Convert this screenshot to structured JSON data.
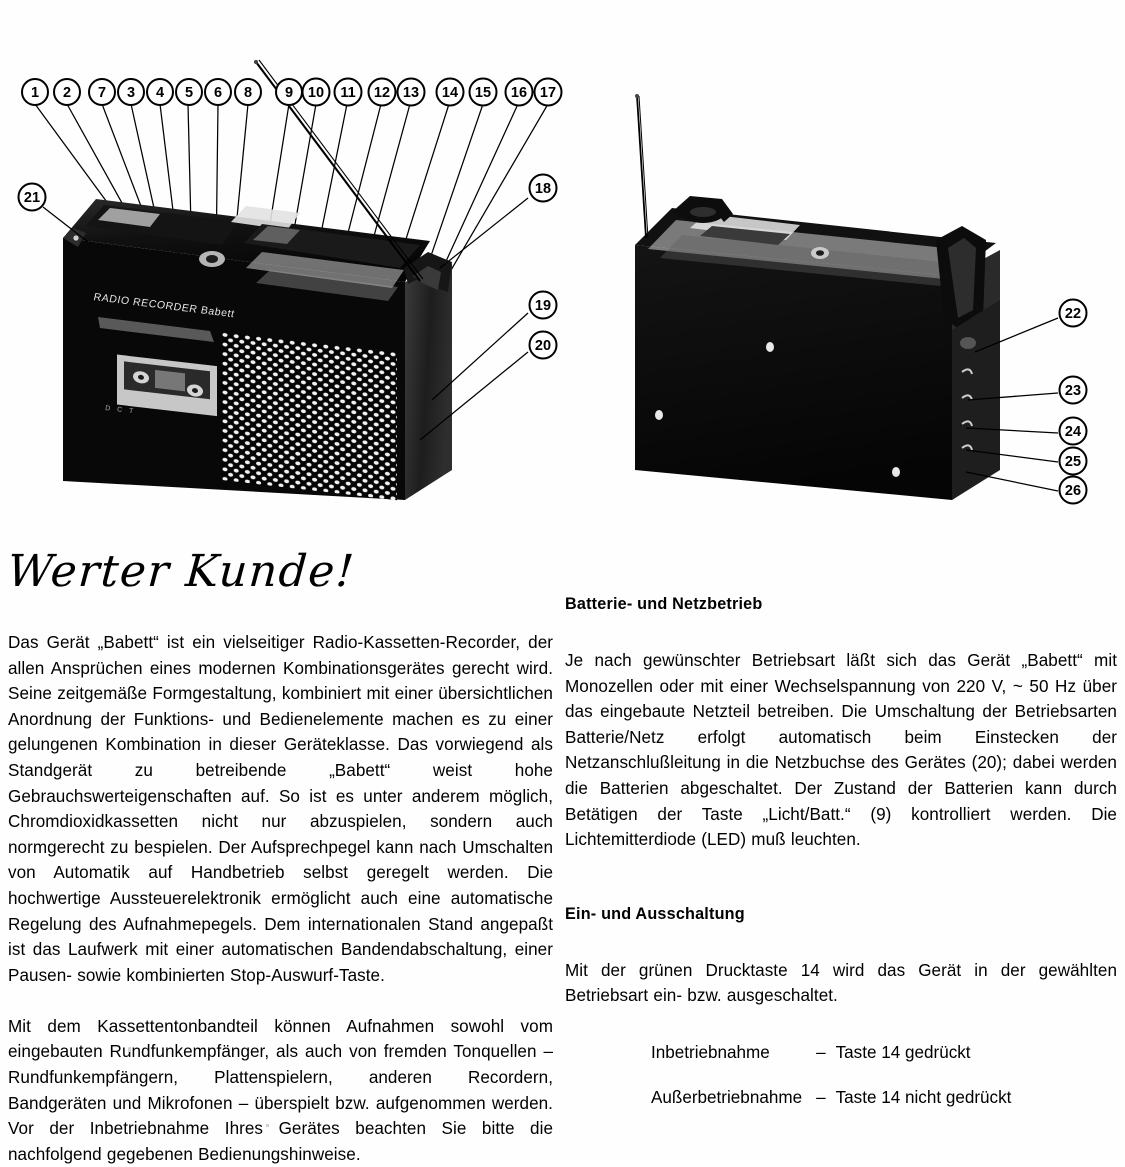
{
  "document": {
    "language": "de",
    "product_name": "Babett",
    "page_kind": "manual-page"
  },
  "figures": {
    "front_view": {
      "name": "radio-cassette-recorder-front-left-view",
      "brand_text": "RADIO RECORDER Babett",
      "features": [
        "telescopic-antenna",
        "speaker-grille",
        "cassette-window",
        "carry-handle",
        "top-control-panel"
      ]
    },
    "rear_view": {
      "name": "radio-cassette-recorder-rear-right-view",
      "features": [
        "telescopic-antenna",
        "carry-handle",
        "side-jack-panel",
        "rear-screws"
      ]
    },
    "callouts_top": [
      "1",
      "2",
      "7",
      "3",
      "4",
      "5",
      "6",
      "8",
      "9",
      "10",
      "11",
      "12",
      "13",
      "14",
      "15",
      "16",
      "17"
    ],
    "callouts_front_right": [
      "18",
      "19",
      "20"
    ],
    "callouts_front_left": [
      "21"
    ],
    "callouts_rear_right": [
      "22",
      "23",
      "24",
      "25",
      "26"
    ]
  },
  "left_column": {
    "heading": "Werter Kunde!",
    "paragraphs": [
      "Das Gerät „Babett“ ist ein vielseitiger Radio-Kassetten-Recorder, der allen Ansprüchen eines modernen Kombinationsgerätes gerecht wird. Seine zeitgemäße Formgestaltung, kombiniert mit einer übersichtlichen Anordnung der Funktions- und Bedienelemente machen es zu einer gelungenen Kombination in dieser Geräteklasse. Das vorwiegend als Standgerät zu betreibende „Babett“ weist hohe Gebrauchswerteigenschaften auf. So ist es unter anderem möglich, Chromdioxidkassetten nicht nur abzuspielen, sondern auch normgerecht zu bespielen. Der Aufsprechpegel kann nach Umschalten von Automatik auf Handbetrieb selbst geregelt werden. Die hochwertige Aussteuerelektronik ermöglicht auch eine automatische Regelung des Aufnahmepegels. Dem internationalen Stand angepaßt ist das Laufwerk mit einer automatischen Bandendabschaltung, einer Pausen- sowie kombinierten Stop-Auswurf-Taste.",
      "Mit dem Kassettentonbandteil können Aufnahmen sowohl vom eingebauten Rundfunkempfänger, als auch von fremden Tonquellen – Rundfunkempfängern, Plattenspielern, anderen Recordern, Bandgeräten und Mikrofonen – überspielt bzw. aufgenommen werden. Vor der Inbetriebnahme Ihres Gerätes beachten Sie bitte die nachfolgend gegebenen Bedienungshinweise."
    ]
  },
  "right_column": {
    "section_1": {
      "heading": "Batterie- und Netzbetrieb",
      "paragraph": "Je nach gewünschter Betriebsart läßt sich das Gerät „Babett“ mit Monozellen oder mit einer Wechselspannung von 220 V, ~ 50 Hz über das eingebaute Netzteil betreiben. Die Umschaltung der Betriebsarten Batterie/Netz erfolgt automatisch beim Einstecken der Netzanschlußleitung in die Netzbuchse des Gerätes (20); dabei werden die Batterien abgeschaltet. Der Zustand der Batterien kann durch Betätigen der Taste „Licht/Batt.“ (9) kontrolliert werden. Die Lichtemitterdiode (LED) muß leuchten."
    },
    "section_2": {
      "heading": "Ein- und Ausschaltung",
      "paragraph": "Mit der grünen Drucktaste 14 wird das Gerät in der gewählten Betriebsart ein- bzw. ausgeschaltet.",
      "definitions": [
        {
          "term": "Inbetriebnahme",
          "dash": "–",
          "value": "Taste 14 gedrückt"
        },
        {
          "term": "Außerbetriebnahme",
          "dash": "–",
          "value": "Taste 14 nicht gedrückt"
        }
      ]
    }
  },
  "colors": {
    "page_background": "#fefefe",
    "ink": "#000000",
    "device_body": "#0a0a0a",
    "device_highlight": "#d8d8d8",
    "speckle": "#cfcfcf"
  }
}
